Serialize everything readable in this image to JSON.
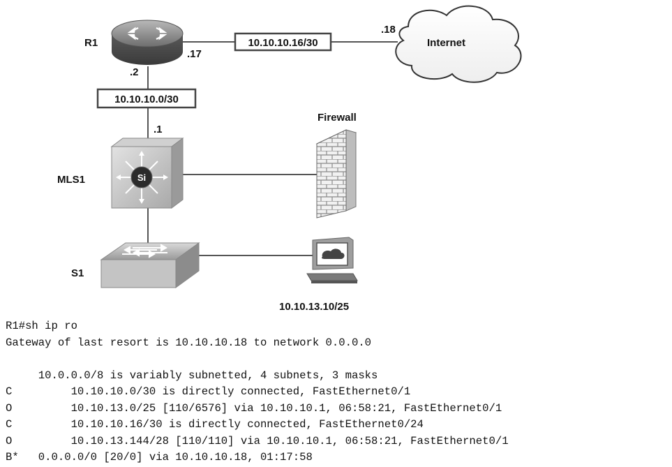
{
  "devices": {
    "r1": "R1",
    "mls1": "MLS1",
    "s1": "S1",
    "firewall": "Firewall",
    "internet": "Internet",
    "mls_badge": "Si"
  },
  "links": {
    "r1_internet_subnet": "10.10.10.16/30",
    "r1_mls_subnet": "10.10.10.0/30",
    "r1_wan_ip": ".17",
    "internet_ip": ".18",
    "r1_lan_ip": ".2",
    "mls_ip": ".1"
  },
  "host": {
    "ip": "10.10.13.10/25"
  },
  "console": {
    "lines": [
      "R1#sh ip ro",
      "Gateway of last resort is 10.10.10.18 to network 0.0.0.0",
      "",
      "     10.0.0.0/8 is variably subnetted, 4 subnets, 3 masks",
      "C         10.10.10.0/30 is directly connected, FastEthernet0/1",
      "O         10.10.13.0/25 [110/6576] via 10.10.10.1, 06:58:21, FastEthernet0/1",
      "C         10.10.10.16/30 is directly connected, FastEthernet0/24",
      "O         10.10.13.144/28 [110/110] via 10.10.10.1, 06:58:21, FastEthernet0/1",
      "B*   0.0.0.0/0 [20/0] via 10.10.10.18, 01:17:58"
    ]
  }
}
